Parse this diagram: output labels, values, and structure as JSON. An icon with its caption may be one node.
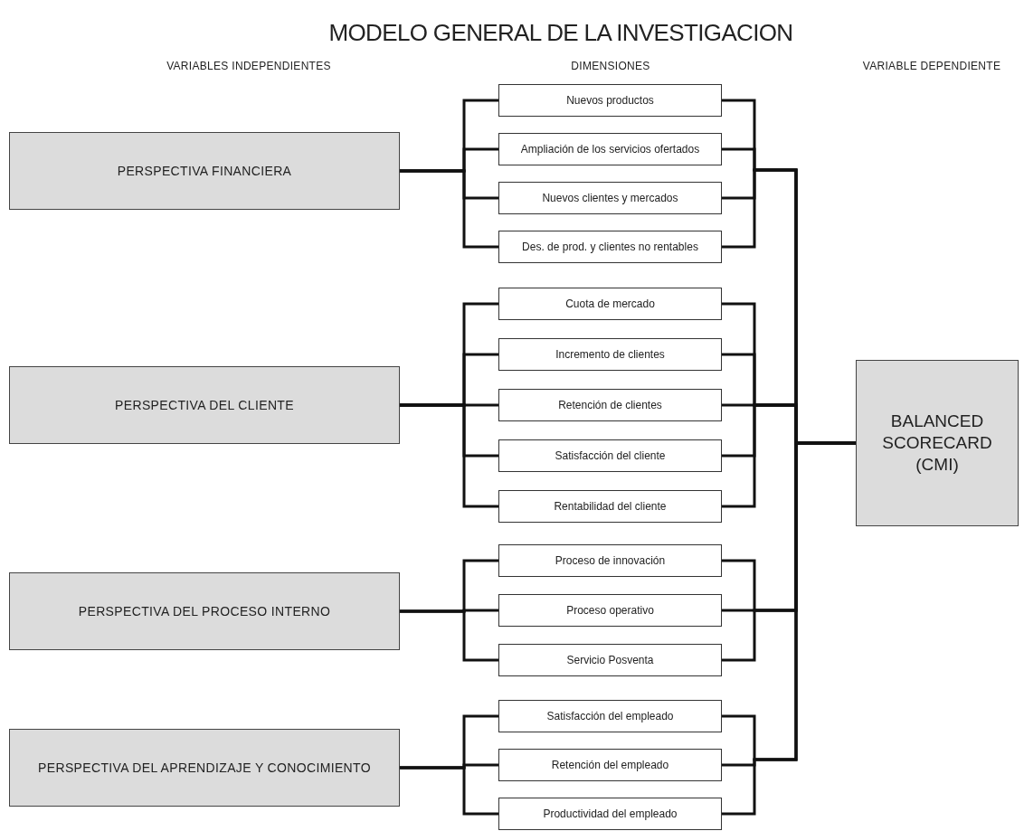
{
  "diagram": {
    "title": "MODELO GENERAL DE LA INVESTIGACION",
    "nodes": [
      {
        "text": [
          "PERSPECTIVA FINANCIERA"
        ]
      },
      {
        "text": [
          "Nuevos productos"
        ]
      },
      {
        "text": [
          "Ampliación de los servicios ofertados"
        ]
      },
      {
        "text": [
          "Nuevos clientes y mercados"
        ]
      },
      {
        "text": [
          "Des. de prod. y clientes no rentables"
        ]
      },
      {
        "text": [
          "PERSPECTIVA DEL CLIENTE"
        ]
      },
      {
        "text": [
          "Cuota de mercado"
        ]
      },
      {
        "text": [
          "Incremento de clientes"
        ]
      },
      {
        "text": [
          "Retención de clientes"
        ]
      },
      {
        "text": [
          "Satisfacción del cliente"
        ]
      },
      {
        "text": [
          "Rentabilidad del cliente"
        ]
      },
      {
        "text": [
          "PERSPECTIVA DEL PROCESO INTERNO"
        ]
      },
      {
        "text": [
          "Proceso de innovación"
        ]
      },
      {
        "text": [
          "Proceso operativo"
        ]
      },
      {
        "text": [
          "Servicio Posventa"
        ]
      },
      {
        "text": [
          "PERSPECTIVA DEL APRENDIZAJE Y CONOCIMIENTO"
        ]
      },
      {
        "text": [
          "Satisfacción del empleado"
        ]
      },
      {
        "text": [
          "Retención del empleado"
        ]
      },
      {
        "text": [
          "Productividad del empleado"
        ]
      },
      {
        "text": [
          "BALANCED SCORECARD (CMI)"
        ]
      }
    ],
    "edges": [
      {
        "from": 0,
        "to": 1,
        "arrow": "none"
      },
      {
        "from": 0,
        "to": 2,
        "arrow": "none"
      },
      {
        "from": 0,
        "to": 3,
        "arrow": "none"
      },
      {
        "from": 0,
        "to": 4,
        "arrow": "none"
      },
      {
        "from": 5,
        "to": 6,
        "arrow": "none"
      },
      {
        "from": 5,
        "to": 7,
        "arrow": "none"
      },
      {
        "from": 5,
        "to": 8,
        "arrow": "none"
      },
      {
        "from": 5,
        "to": 9,
        "arrow": "none"
      },
      {
        "from": 5,
        "to": 10,
        "arrow": "none"
      },
      {
        "from": 11,
        "to": 12,
        "arrow": "none"
      },
      {
        "from": 11,
        "to": 13,
        "arrow": "none"
      },
      {
        "from": 11,
        "to": 14,
        "arrow": "none"
      },
      {
        "from": 15,
        "to": 16,
        "arrow": "none"
      },
      {
        "from": 15,
        "to": 17,
        "arrow": "none"
      },
      {
        "from": 15,
        "to": 18,
        "arrow": "none"
      },
      {
        "from": 1,
        "to": 19,
        "arrow": "none"
      },
      {
        "from": 2,
        "to": 19,
        "arrow": "none"
      },
      {
        "from": 3,
        "to": 19,
        "arrow": "none"
      },
      {
        "from": 4,
        "to": 19,
        "arrow": "none"
      },
      {
        "from": 6,
        "to": 19,
        "arrow": "none"
      },
      {
        "from": 7,
        "to": 19,
        "arrow": "none"
      },
      {
        "from": 8,
        "to": 19,
        "arrow": "none"
      },
      {
        "from": 9,
        "to": 19,
        "arrow": "none"
      },
      {
        "from": 10,
        "to": 19,
        "arrow": "none"
      },
      {
        "from": 12,
        "to": 19,
        "arrow": "none"
      },
      {
        "from": 13,
        "to": 19,
        "arrow": "none"
      },
      {
        "from": 14,
        "to": 19,
        "arrow": "none"
      },
      {
        "from": 16,
        "to": 19,
        "arrow": "none"
      },
      {
        "from": 17,
        "to": 19,
        "arrow": "none"
      },
      {
        "from": 18,
        "to": 19,
        "arrow": "none"
      }
    ],
    "labels": [
      "VARIABLES INDEPENDIENTES",
      "DIMENSIONES",
      "VARIABLE DEPENDIENTE"
    ]
  }
}
